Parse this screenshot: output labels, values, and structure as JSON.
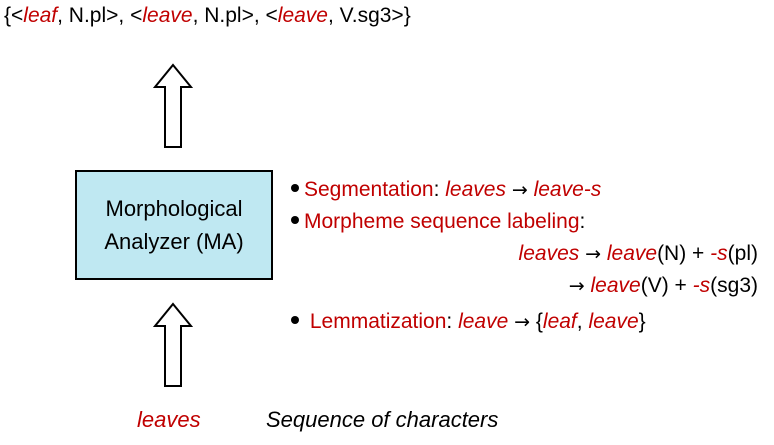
{
  "output": {
    "open_brace": "{",
    "item1_open": "<",
    "item1_lemma": "leaf",
    "item1_tag": ", N.pl>, ",
    "item2_open": "<",
    "item2_lemma": "leave",
    "item2_tag": ", N.pl>, ",
    "item3_open": "<",
    "item3_lemma": "leave",
    "item3_tag": ", V.sg3>}"
  },
  "analyzer": {
    "line1": "Morphological",
    "line2": "Analyzer (MA)"
  },
  "tasks": {
    "segmentation": {
      "name": "Segmentation",
      "colon": ": ",
      "input": "leaves",
      "arrow": "→",
      "result": "leave-s"
    },
    "labeling": {
      "name": "Morpheme sequence labeling",
      "colon": ":",
      "row1_input": "leaves",
      "row1_arrow": "→",
      "row1_stem": "leave",
      "row1_tag": "(N) + ",
      "row1_suffix": "-s",
      "row1_suffix_tag": "(pl)",
      "row2_arrow": "→",
      "row2_stem": "leave",
      "row2_tag": "(V) + ",
      "row2_suffix": "-s",
      "row2_suffix_tag": "(sg3)"
    },
    "lemmatization": {
      "name": "Lemmatization",
      "colon": ": ",
      "input": "leave",
      "arrow": "→",
      "open": "{",
      "lemma1": "leaf",
      "sep": ", ",
      "lemma2": "leave",
      "close": "}"
    }
  },
  "input": {
    "word": "leaves",
    "caption": "Sequence of characters"
  },
  "colors": {
    "highlight": "#c00000",
    "box_fill": "#bfe8f2",
    "text": "#000000"
  },
  "icons": {
    "upper_arrow": "hollow-up-arrow",
    "lower_arrow": "hollow-up-arrow",
    "bullet": "bullet-dot"
  }
}
